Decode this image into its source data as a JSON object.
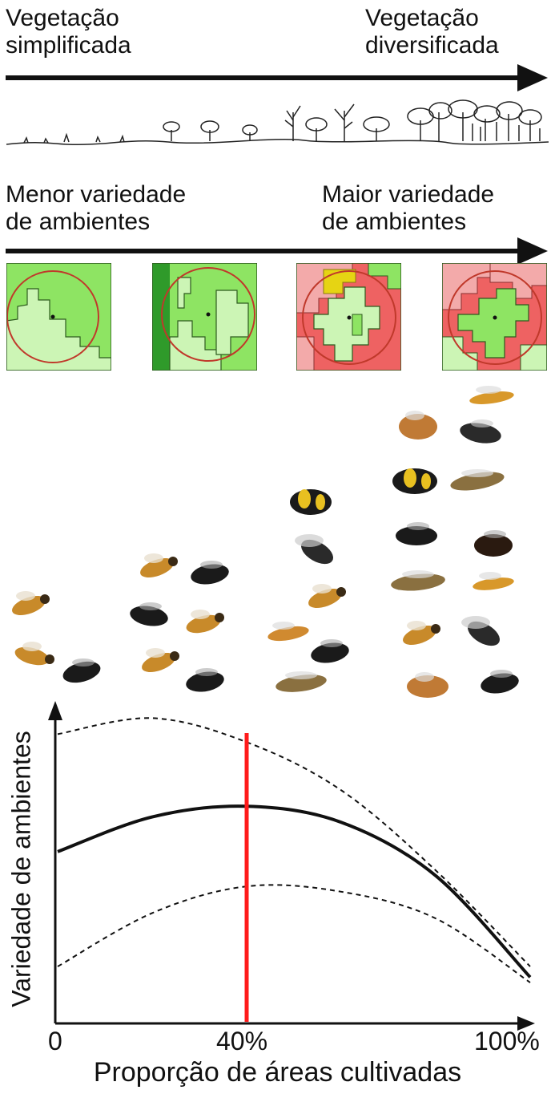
{
  "top_scale": {
    "left_label": "Vegetação\nsimplificada",
    "right_label": "Vegetação\ndiversificada"
  },
  "middle_scale": {
    "left_label": "Menor variedade\nde ambientes",
    "right_label": "Maior variedade\nde ambientes"
  },
  "colors": {
    "light_green": "#ccf5b5",
    "green": "#8ee463",
    "dark_green": "#2f9a2a",
    "pink": "#f3aaaa",
    "red": "#ee6262",
    "yellow": "#e6d413",
    "circle": "#c0392b",
    "highlight_line": "#ff1a1a"
  },
  "chart_data": {
    "type": "line",
    "xlabel": "Proporção de áreas cultivadas",
    "ylabel": "Variedade de ambientes",
    "x_ticks": [
      "0",
      "40%",
      "100%"
    ],
    "xlim": [
      0,
      100
    ],
    "highlight_x": 40,
    "series": [
      {
        "style": "solid",
        "x": [
          0,
          20,
          40,
          60,
          80,
          100
        ],
        "y": [
          0.55,
          0.68,
          0.72,
          0.66,
          0.46,
          0.08
        ]
      },
      {
        "style": "dashed",
        "x": [
          0,
          20,
          40,
          60,
          80,
          100
        ],
        "y": [
          0.99,
          1.05,
          0.96,
          0.78,
          0.48,
          0.12
        ]
      },
      {
        "style": "dashed",
        "x": [
          0,
          20,
          40,
          60,
          80,
          100
        ],
        "y": [
          0.12,
          0.32,
          0.42,
          0.4,
          0.3,
          0.06
        ]
      }
    ]
  }
}
